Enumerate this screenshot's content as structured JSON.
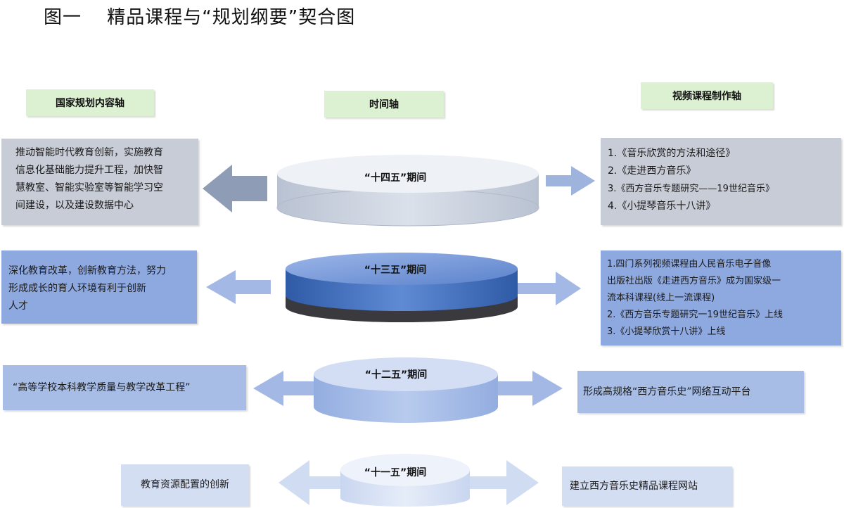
{
  "title": "图一　 精品课程与“规划纲要”契合图",
  "headers": {
    "left": "国家规划内容轴",
    "center": "时间轴",
    "right": "视频课程制作轴"
  },
  "periods": [
    {
      "label": "“十四五”期间",
      "left_lines": [
        "推动智能时代教育创新，实施教育",
        "信息化基础能力提升工程，加快智",
        "慧教室、智能实验室等智能学习空",
        "间建设，以及建设数据中心"
      ],
      "right_lines": [
        "1.《音乐欣赏的方法和途径》",
        "2.《走进西方音乐》",
        "3.《西方音乐专题研究——19世纪音乐》",
        "4.《小提琴音乐十八讲》"
      ]
    },
    {
      "label": "“十三五”期间",
      "left_lines": [
        "深化教育改革，创新教育方法，努力",
        "形成成长的育人环境有利于创新",
        "人才"
      ],
      "right_lines": [
        "1.四门系列视频课程由人民音乐电子音像",
        "出版社出版《走进西方音乐》成为国家级一",
        "流本科课程(线上一流课程)",
        "2.《西方音乐专题研究一19世纪音乐》上线",
        "3.《小提琴欣赏十八讲》上线"
      ]
    },
    {
      "label": "“十二五”期间",
      "left_lines": [
        "“高等学校本科教学质量与教学改革工程”"
      ],
      "right_lines": [
        "形成高规格“西方音乐史”网络互动平台"
      ]
    },
    {
      "label": "“十一五”期间",
      "left_lines": [
        "教育资源配置的创新"
      ],
      "right_lines": [
        "建立西方音乐史精品课程网站"
      ]
    }
  ],
  "colors": {
    "header_bg": "#dcf0d2",
    "box_14": "#c8ccd6",
    "box_13": "#8ea9df",
    "box_12": "#a7bde6",
    "box_11": "#d4def3",
    "disc_14": "#cfd6e2",
    "disc_13": "#4d78c4",
    "disc_12": "#a9bfe6",
    "disc_11": "#d9e3f4"
  }
}
